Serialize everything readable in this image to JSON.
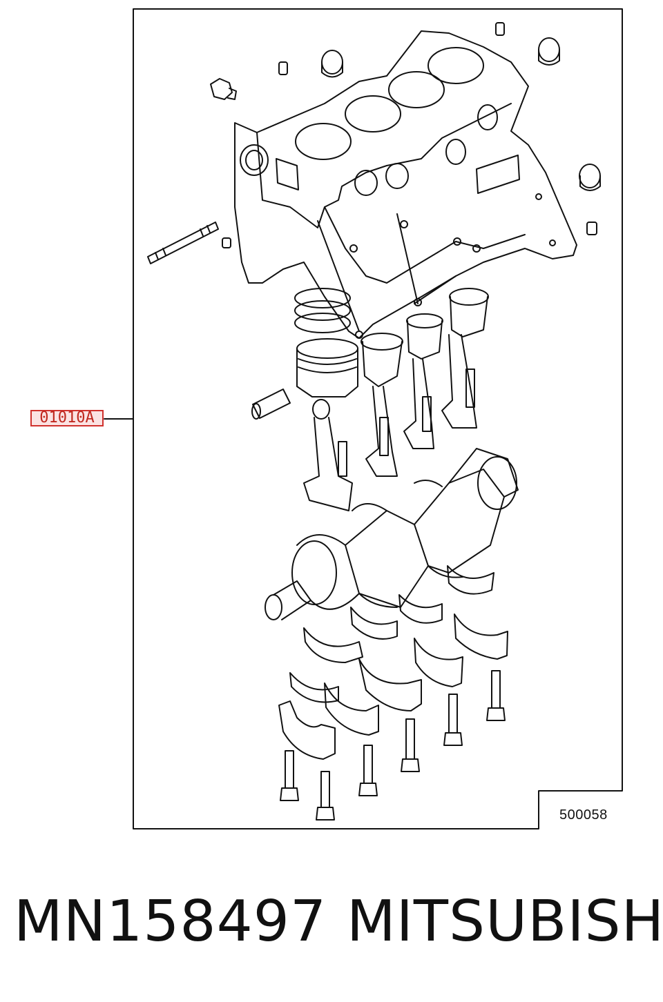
{
  "callout": {
    "label": "01010A"
  },
  "figure_number": "500058",
  "caption": {
    "part_number": "MN158497",
    "brand": "MITSUBISHI"
  },
  "colors": {
    "callout_border": "#d0312d",
    "callout_fill": "#fbe3e3",
    "line": "#111111"
  },
  "icons": [
    "engine-block-drawing",
    "piston-icon",
    "crankshaft-icon",
    "bolt-icon",
    "bearing-cap-icon"
  ]
}
